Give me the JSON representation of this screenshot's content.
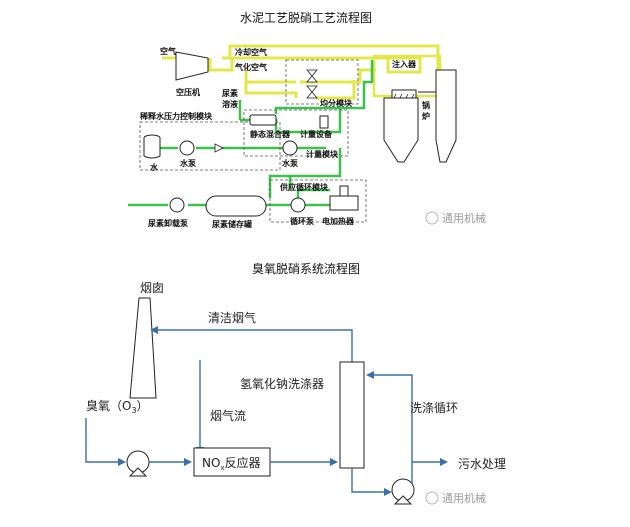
{
  "top": {
    "title": "水泥工艺脱硝工艺流程图",
    "labels": {
      "air": "空气",
      "compressor": "空压机",
      "cooling_air": "冷却空气",
      "atomizing_air": "气化空气",
      "injector": "注入器",
      "urea_solution": "尿素溶液",
      "distribution_module": "均分模块",
      "furnace": "锅炉",
      "dilution_module": "稀释水压力控制模块",
      "static_mixer": "静态混合器",
      "metering_device": "计量设备",
      "metering_module": "计量模块",
      "water": "水",
      "water_pump_1": "水泵",
      "water_pump_2": "水泵",
      "supply_module": "供应循环模块",
      "urea_unload_pump": "尿素卸载泵",
      "urea_tank": "尿素储存罐",
      "circulation_pump": "循环泵",
      "electric_heater": "电加热器"
    },
    "watermark": "通用机械"
  },
  "bottom": {
    "title": "臭氧脱硝系统流程图",
    "labels": {
      "chimney": "烟囱",
      "clean_gas": "清洁烟气",
      "ozone": "臭氧（O",
      "ozone_sub": "3",
      "ozone_close": "）",
      "flue_gas": "烟气流",
      "reactor_prefix": "NO",
      "reactor_sub": "x",
      "reactor_suffix": "反应器",
      "scrubber": "氢氧化钠洗涤器",
      "wash_loop": "洗涤循环",
      "wastewater": "污水处理"
    },
    "watermark": "通用机械"
  }
}
